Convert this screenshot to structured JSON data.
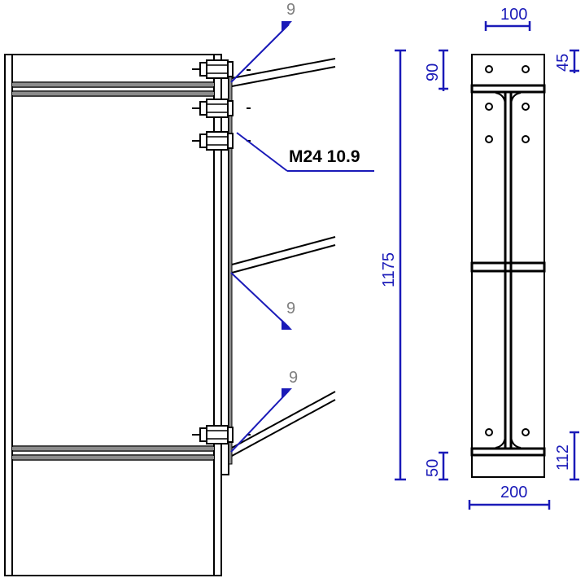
{
  "drawing": {
    "weld_labels": [
      "9",
      "9",
      "9"
    ],
    "bolt_callout": "M24 10.9",
    "dimensions": {
      "plate_width_top": "100",
      "top_offset": "90",
      "top_edge": "45",
      "total_height": "1175",
      "bottom_offset": "50",
      "bottom_edge": "112",
      "plate_width_bottom": "200"
    }
  },
  "colors": {
    "line": "#000000",
    "dimension": "#1a1ab8",
    "weld_text": "#7f7f7f",
    "member_fill": "#8c8c8c"
  }
}
